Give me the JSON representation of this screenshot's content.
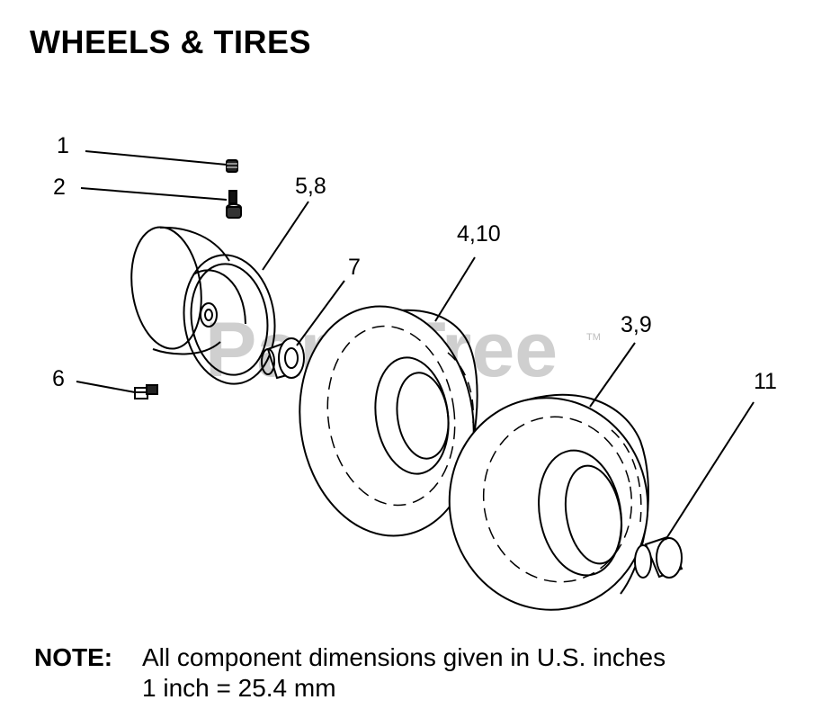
{
  "title": "WHEELS & TIRES",
  "watermark": "PartsTree",
  "watermark_tm": "TM",
  "callouts": {
    "c1": "1",
    "c2": "2",
    "c58": "5,8",
    "c7": "7",
    "c410": "4,10",
    "c39": "3,9",
    "c6": "6",
    "c11": "11"
  },
  "note": {
    "label": "NOTE:",
    "line1": "All component dimensions given in U.S. inches",
    "line2": "1 inch = 25.4 mm"
  }
}
